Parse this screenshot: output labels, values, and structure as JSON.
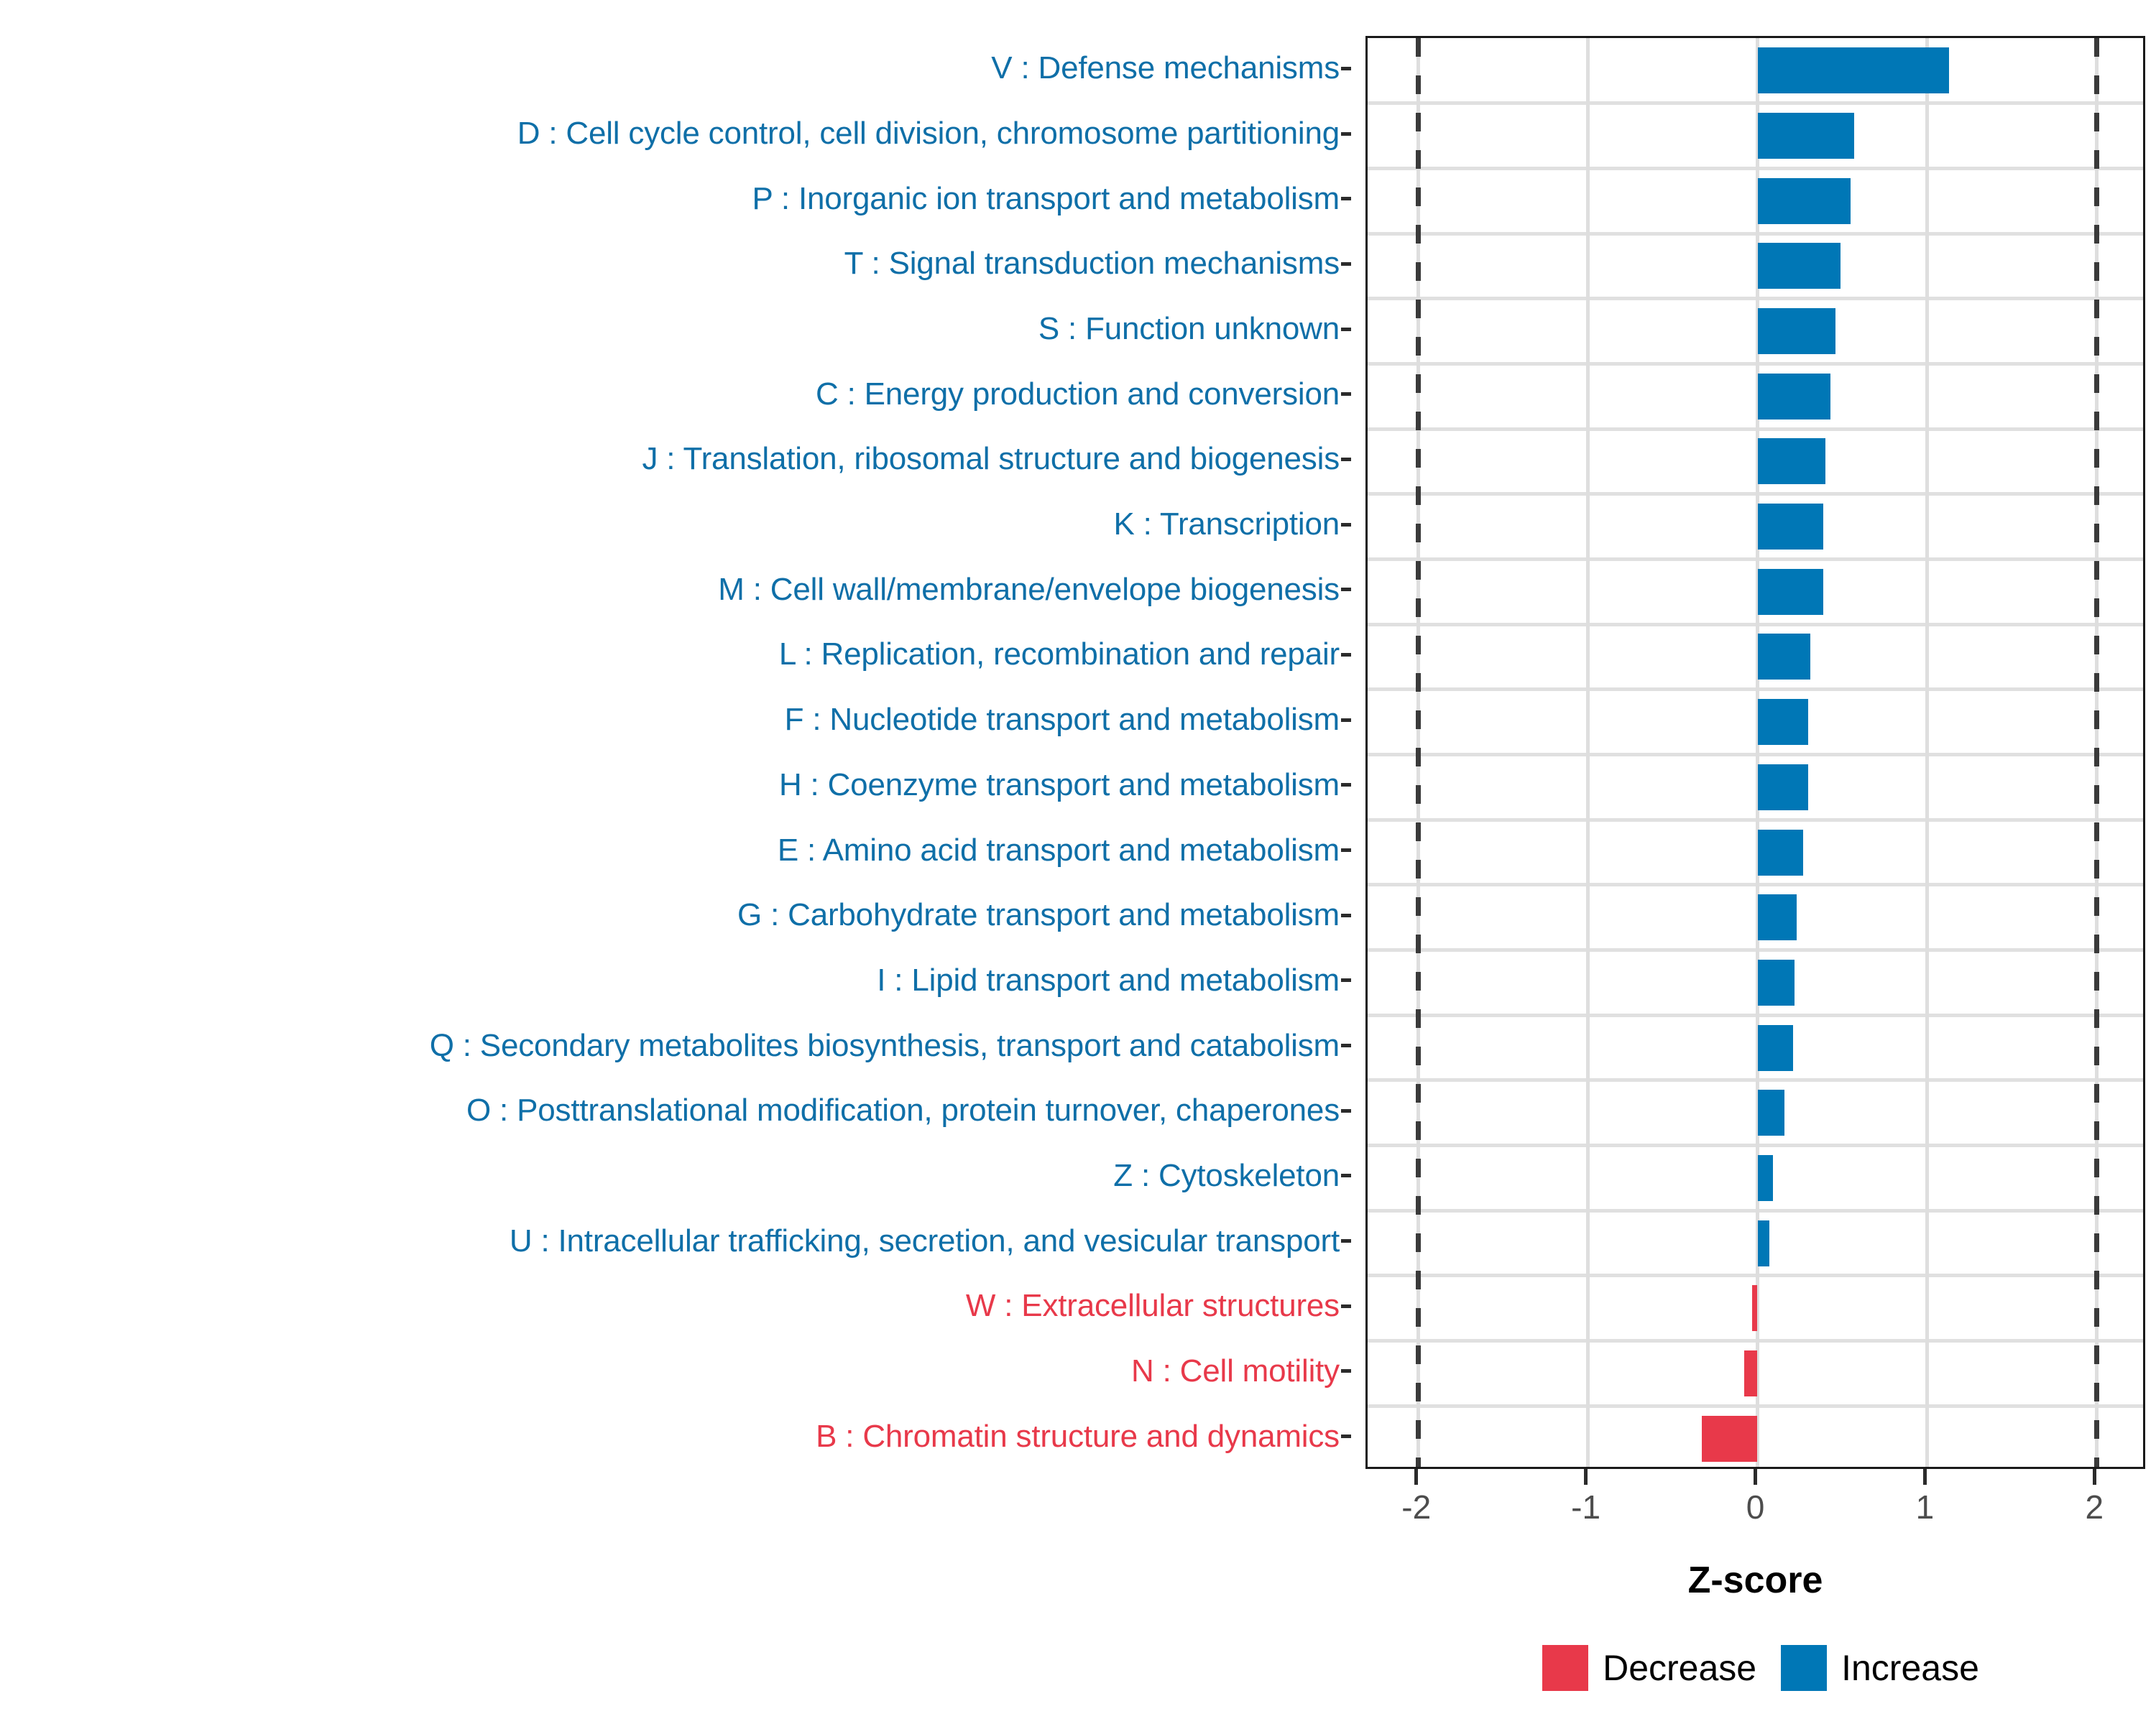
{
  "chart_data": {
    "type": "bar",
    "orientation": "horizontal",
    "title": "",
    "xlabel": "Z-score",
    "ylabel": "",
    "xlim": [
      -2.3,
      2.3
    ],
    "xticks": [
      -2,
      -1,
      0,
      1,
      2
    ],
    "xticklabels": [
      "-2",
      "-1",
      "0",
      "1",
      "2"
    ],
    "grid": "vertical and horizontal light gridlines",
    "reference_lines": [
      -2,
      2
    ],
    "reference_line_style": "dashed",
    "legend_position": "bottom-center",
    "categories": [
      "V : Defense mechanisms",
      "D : Cell cycle control, cell division, chromosome partitioning",
      "P : Inorganic ion transport and metabolism",
      "T : Signal transduction mechanisms",
      "S : Function unknown",
      "C : Energy production and conversion",
      "J : Translation, ribosomal structure and biogenesis",
      "K : Transcription",
      "M : Cell wall/membrane/envelope biogenesis",
      "L : Replication, recombination and repair",
      "F : Nucleotide transport and metabolism",
      "H : Coenzyme transport and metabolism",
      "E : Amino acid transport and metabolism",
      "G : Carbohydrate transport and metabolism",
      "I : Lipid transport and metabolism",
      "Q : Secondary metabolites biosynthesis, transport and catabolism",
      "O : Posttranslational modification, protein turnover, chaperones",
      "Z : Cytoskeleton",
      "U : Intracellular trafficking, secretion, and vesicular transport",
      "W : Extracellular structures",
      "N : Cell motility",
      "B : Chromatin structure and dynamics"
    ],
    "values": [
      1.13,
      0.57,
      0.55,
      0.49,
      0.46,
      0.43,
      0.4,
      0.39,
      0.39,
      0.31,
      0.3,
      0.3,
      0.27,
      0.23,
      0.22,
      0.21,
      0.16,
      0.09,
      0.07,
      -0.03,
      -0.08,
      -0.33
    ],
    "groups": [
      "Increase",
      "Increase",
      "Increase",
      "Increase",
      "Increase",
      "Increase",
      "Increase",
      "Increase",
      "Increase",
      "Increase",
      "Increase",
      "Increase",
      "Increase",
      "Increase",
      "Increase",
      "Increase",
      "Increase",
      "Increase",
      "Increase",
      "Decrease",
      "Decrease",
      "Decrease"
    ],
    "legend": [
      {
        "label": "Decrease",
        "color": "#e8394a"
      },
      {
        "label": "Increase",
        "color": "#0077b6"
      }
    ],
    "colors": {
      "increase": "#0077b6",
      "decrease": "#e8394a",
      "increase_label": "#0f6fa8",
      "decrease_label": "#e8394a",
      "gridline": "#dedede",
      "axis": "#1a1a1a",
      "tick_label": "#4d4d4d"
    }
  }
}
